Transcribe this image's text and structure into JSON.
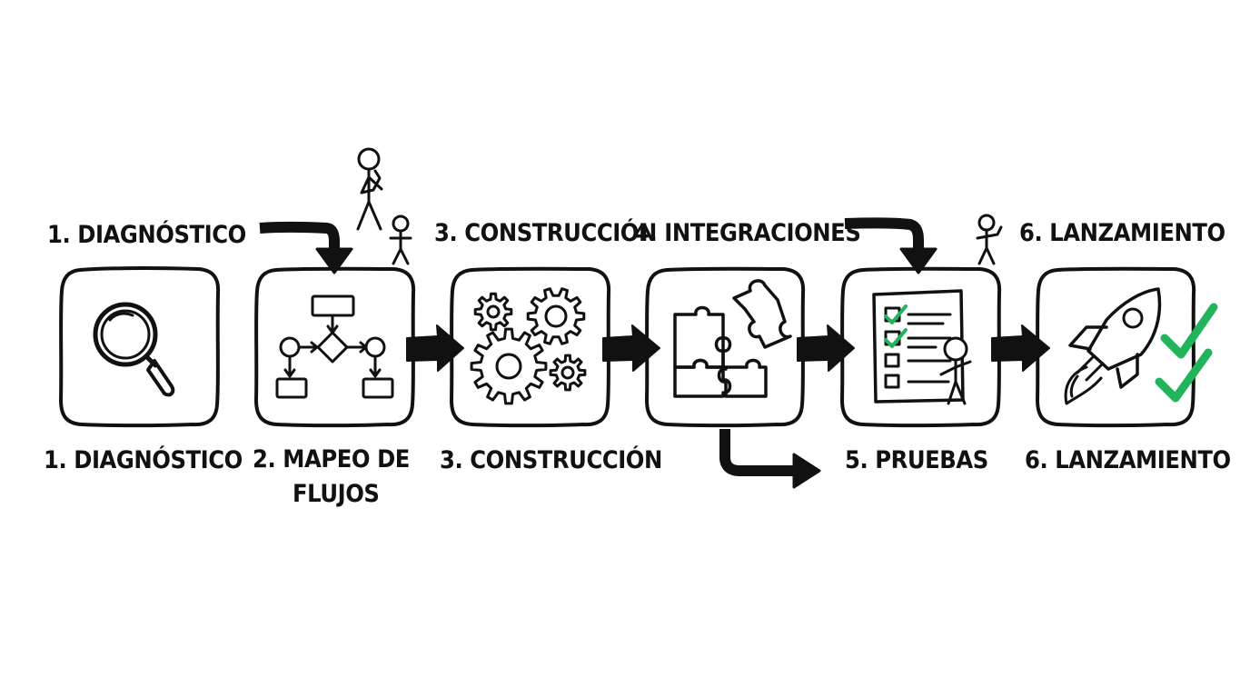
{
  "colors": {
    "ink": "#111111",
    "check": "#22b45a",
    "background": "#ffffff"
  },
  "top_labels": {
    "diagnostico": "1. DIAGNÓSTICO",
    "construccion": "3. CONSTRUCCIÓN",
    "integraciones": "4. INTEGRACIONES",
    "lanzamiento": "6. LANZAMIENTO"
  },
  "bottom_labels": {
    "diagnostico": "1. DIAGNÓSTICO",
    "mapeo_line1": "2. MAPEO DE",
    "mapeo_line2": "FLUJOS",
    "construccion": "3. CONSTRUCCIÓN",
    "pruebas": "5. PRUEBAS",
    "lanzamiento": "6. LANZAMIENTO"
  },
  "steps": [
    {
      "icon": "magnifier-icon"
    },
    {
      "icon": "flowchart-icon"
    },
    {
      "icon": "gears-icon"
    },
    {
      "icon": "puzzle-icon"
    },
    {
      "icon": "checklist-icon"
    },
    {
      "icon": "rocket-icon"
    }
  ]
}
